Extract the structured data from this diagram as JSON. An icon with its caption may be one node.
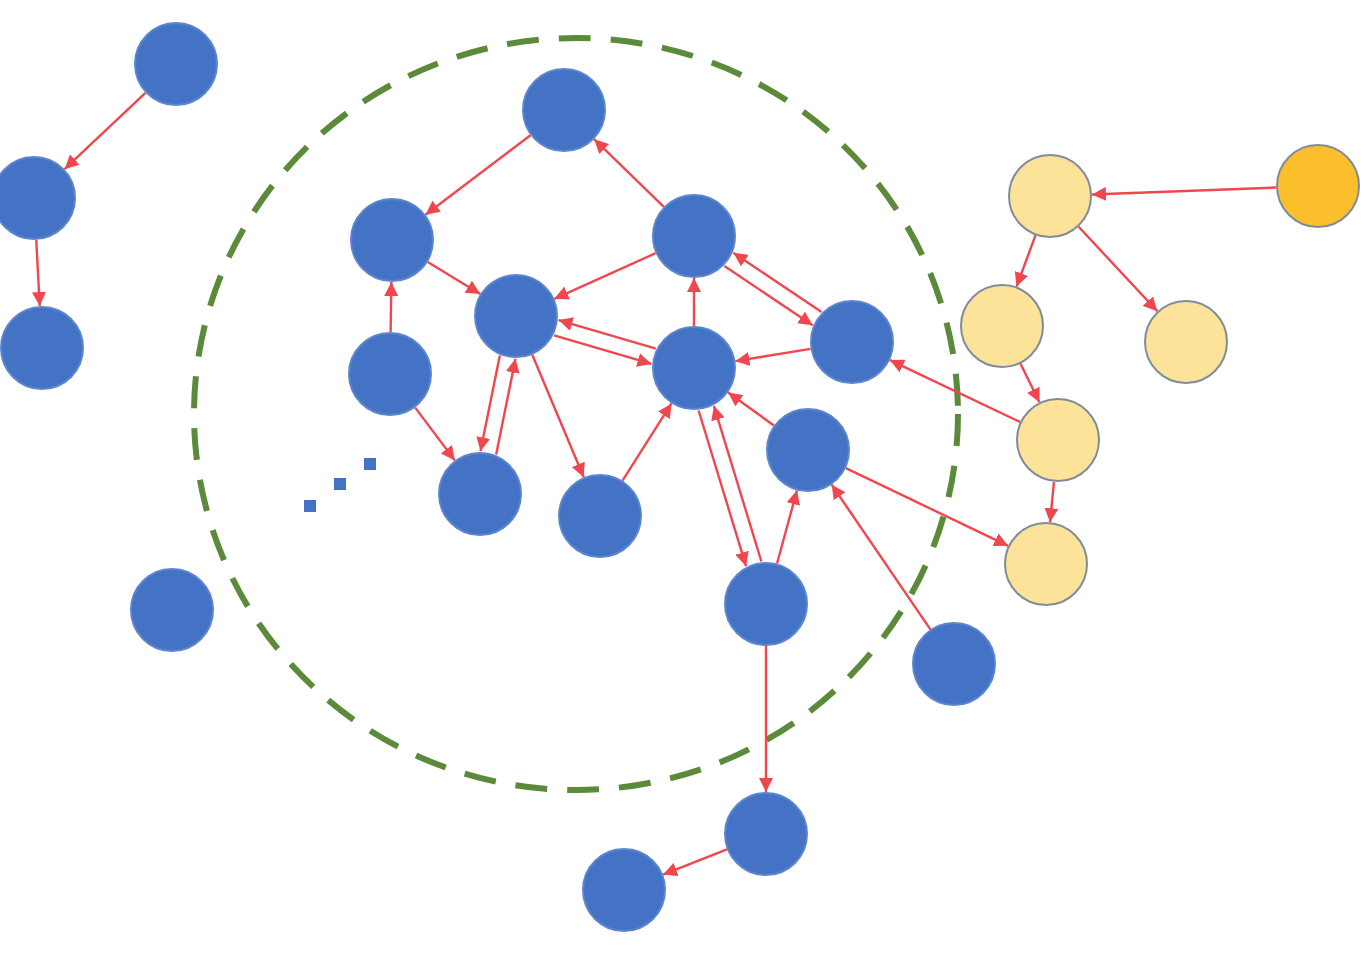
{
  "diagram": {
    "nodes": [
      {
        "text": [],
        "shape": "circle"
      },
      {
        "text": [],
        "shape": "circle"
      },
      {
        "text": [],
        "shape": "circle"
      },
      {
        "text": [],
        "shape": "circle"
      },
      {
        "text": [],
        "shape": "circle",
        "in": 0
      },
      {
        "text": [],
        "shape": "circle",
        "in": 0
      },
      {
        "text": [],
        "shape": "circle",
        "in": 0
      },
      {
        "text": [],
        "shape": "circle",
        "in": 0
      },
      {
        "text": [],
        "shape": "circle",
        "in": 0
      },
      {
        "text": [],
        "shape": "circle",
        "in": 0
      },
      {
        "text": [],
        "shape": "circle",
        "in": 0
      },
      {
        "text": [],
        "shape": "circle",
        "in": 0
      },
      {
        "text": [],
        "shape": "circle",
        "in": 0
      },
      {
        "text": [],
        "shape": "circle",
        "in": 0
      },
      {
        "text": [],
        "shape": "circle",
        "in": 0
      },
      {
        "text": [],
        "shape": "circle"
      },
      {
        "text": [],
        "shape": "circle"
      },
      {
        "text": [],
        "shape": "circle"
      },
      {
        "text": [],
        "shape": "circle"
      },
      {
        "text": [],
        "shape": "circle"
      },
      {
        "text": [],
        "shape": "circle"
      },
      {
        "text": [],
        "shape": "circle"
      },
      {
        "text": [],
        "shape": "circle"
      },
      {
        "text": [],
        "shape": "circle"
      },
      {
        "text": [],
        "shape": "circle"
      }
    ],
    "edges": [
      {
        "from": 1,
        "to": 2,
        "arrow": "to"
      },
      {
        "from": 2,
        "to": 3,
        "arrow": "to"
      },
      {
        "from": 4,
        "to": 5,
        "arrow": "to"
      },
      {
        "from": 6,
        "to": 4,
        "arrow": "to"
      },
      {
        "from": 5,
        "to": 7,
        "arrow": "to"
      },
      {
        "from": 6,
        "to": 7,
        "arrow": "to"
      },
      {
        "from": 6,
        "to": 10,
        "arrow": "to"
      },
      {
        "from": 10,
        "to": 6,
        "arrow": "to"
      },
      {
        "from": 9,
        "to": 6,
        "arrow": "to"
      },
      {
        "from": 9,
        "to": 7,
        "arrow": "to"
      },
      {
        "from": 7,
        "to": 9,
        "arrow": "to"
      },
      {
        "from": 10,
        "to": 9,
        "arrow": "to"
      },
      {
        "from": 8,
        "to": 5,
        "arrow": "to"
      },
      {
        "from": 8,
        "to": 12,
        "arrow": "to"
      },
      {
        "from": 12,
        "to": 7,
        "arrow": "to"
      },
      {
        "from": 7,
        "to": 12,
        "arrow": "to"
      },
      {
        "from": 7,
        "to": 13,
        "arrow": "to"
      },
      {
        "from": 13,
        "to": 9,
        "arrow": "to"
      },
      {
        "from": 11,
        "to": 9,
        "arrow": "to"
      },
      {
        "from": 9,
        "to": 14,
        "arrow": "to"
      },
      {
        "from": 14,
        "to": 9,
        "arrow": "to"
      },
      {
        "from": 14,
        "to": 11,
        "arrow": "to"
      },
      {
        "from": 16,
        "to": 11,
        "arrow": "to"
      },
      {
        "from": 11,
        "to": 24,
        "arrow": "to"
      },
      {
        "from": 23,
        "to": 10,
        "arrow": "to"
      },
      {
        "from": 14,
        "to": 17,
        "arrow": "to"
      },
      {
        "from": 17,
        "to": 18,
        "arrow": "to"
      },
      {
        "from": 20,
        "to": 19,
        "arrow": "to"
      },
      {
        "from": 19,
        "to": 21,
        "arrow": "to"
      },
      {
        "from": 19,
        "to": 22,
        "arrow": "to"
      },
      {
        "from": 21,
        "to": 23,
        "arrow": "to"
      },
      {
        "from": 23,
        "to": 24,
        "arrow": "to"
      }
    ]
  }
}
